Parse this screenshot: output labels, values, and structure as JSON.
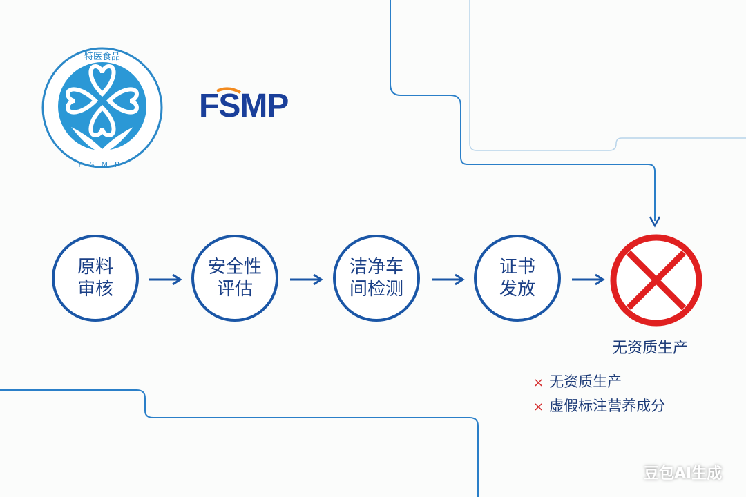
{
  "logo": {
    "ring_top_text": "特医食品",
    "ring_bottom_text": "FSMP",
    "wordmark": "FSMP"
  },
  "steps": [
    {
      "label": "原料审核",
      "line1": "原料",
      "line2": "审核"
    },
    {
      "label": "安全性评估",
      "line1": "安全性",
      "line2": "评估"
    },
    {
      "label": "洁净车间检测",
      "line1": "洁净车",
      "line2": "间检测"
    },
    {
      "label": "证书发放",
      "line1": "证书",
      "line2": "发放"
    }
  ],
  "violation": {
    "title": "无资质生产",
    "items": [
      "无资质生产",
      "虚假标注营养成分"
    ],
    "mark": "×"
  },
  "watermark": "豆包AI生成",
  "colors": {
    "primary": "#1a56a6",
    "logo_blue": "#2b98d6",
    "red": "#e02020",
    "orange": "#f28a1e"
  }
}
